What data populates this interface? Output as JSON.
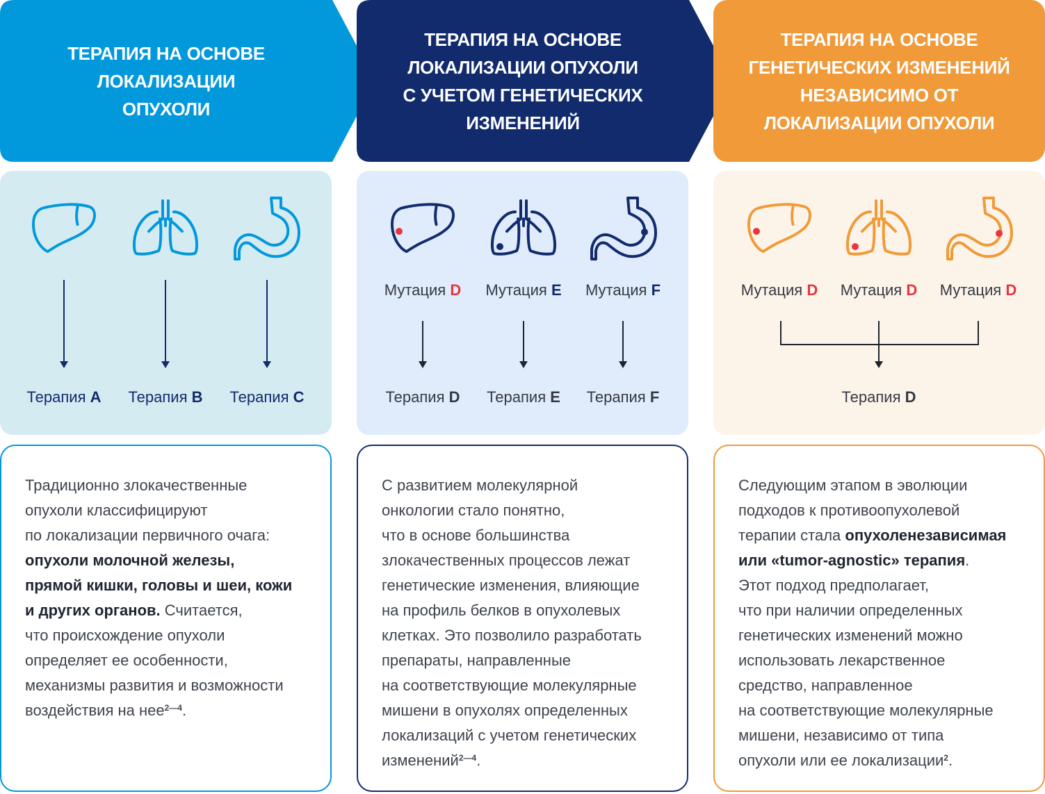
{
  "colors": {
    "blue": "#0298dc",
    "navy": "#112b6c",
    "orange": "#f09a39",
    "blue_bg": "#d5ebf2",
    "navy_bg": "#e0ebfb",
    "orange_bg": "#fdf4e9",
    "red": "#e73541"
  },
  "columns": [
    {
      "header": [
        "Терапия на основе",
        "локализации",
        "опухоли"
      ],
      "icons": [
        "liver-icon",
        "lungs-icon",
        "stomach-icon"
      ],
      "therapies": [
        {
          "label": "Терапия",
          "letter": "A"
        },
        {
          "label": "Терапия",
          "letter": "B"
        },
        {
          "label": "Терапия",
          "letter": "C"
        }
      ],
      "description": {
        "l1": "Традиционно злокачественные",
        "l2": "опухоли классифицируют",
        "l3": "по локализации первичного очага:",
        "l4": "опухоли молочной железы,",
        "l5": "прямой кишки, головы и шеи, кожи",
        "l6b": "и других органов.",
        "l6": " Считается,",
        "l7": "что происхождение опухоли",
        "l8": "определяет ее особенности,",
        "l9": "механизмы развития и возможности",
        "l10": "воздействия на нее",
        "sup": "2—4",
        "end": "."
      }
    },
    {
      "header": [
        "Терапия на основе",
        "локализации опухоли",
        "с учетом генетических",
        "изменений"
      ],
      "icons": [
        "liver-icon",
        "lungs-icon",
        "stomach-icon"
      ],
      "mutations": [
        {
          "label": "Мутация",
          "letter": "D"
        },
        {
          "label": "Мутация",
          "letter": "E"
        },
        {
          "label": "Мутация",
          "letter": "F"
        }
      ],
      "therapies": [
        {
          "label": "Терапия",
          "letter": "D"
        },
        {
          "label": "Терапия",
          "letter": "E"
        },
        {
          "label": "Терапия",
          "letter": "F"
        }
      ],
      "description": {
        "l1": "С развитием молекулярной",
        "l2": "онкологии стало понятно,",
        "l3": "что в основе большинства",
        "l4": "злокачественных процессов лежат",
        "l5": "генетические изменения, влияющие",
        "l6": "на профиль белков в опухолевых",
        "l7": "клетках. Это позволило разработать",
        "l8": "препараты, направленные",
        "l9": "на соответствующие молекулярные",
        "l10": "мишени в опухолях определенных",
        "l11": "локализаций с учетом генетических",
        "l12": "изменений",
        "sup": "2—4",
        "end": "."
      }
    },
    {
      "header": [
        "Терапия на основе",
        "генетических изменений",
        "независимо от",
        "локализации опухоли"
      ],
      "icons": [
        "liver-icon",
        "lungs-icon",
        "stomach-icon"
      ],
      "mutations": [
        {
          "label": "Мутация",
          "letter": "D"
        },
        {
          "label": "Мутация",
          "letter": "D"
        },
        {
          "label": "Мутация",
          "letter": "D"
        }
      ],
      "therapies": [
        {
          "label": "Терапия",
          "letter": "D"
        }
      ],
      "description": {
        "l1": "Следующим этапом в эволюции",
        "l2": "подходов к противоопухолевой",
        "l3": "терапии стала ",
        "l3b": "опухоленезависимая",
        "l4b": "или «tumor-agnostic» терапия",
        "l4": ".",
        "l5": "Этот подход предполагает,",
        "l6": "что при наличии определенных",
        "l7": "генетических изменений можно",
        "l8": "использовать лекарственное",
        "l9": "средство, направленное",
        "l10": "на соответствующие молекулярные",
        "l11": "мишени, независимо от типа",
        "l12": "опухоли или ее локализации",
        "sup": "2",
        "end": "."
      }
    }
  ]
}
